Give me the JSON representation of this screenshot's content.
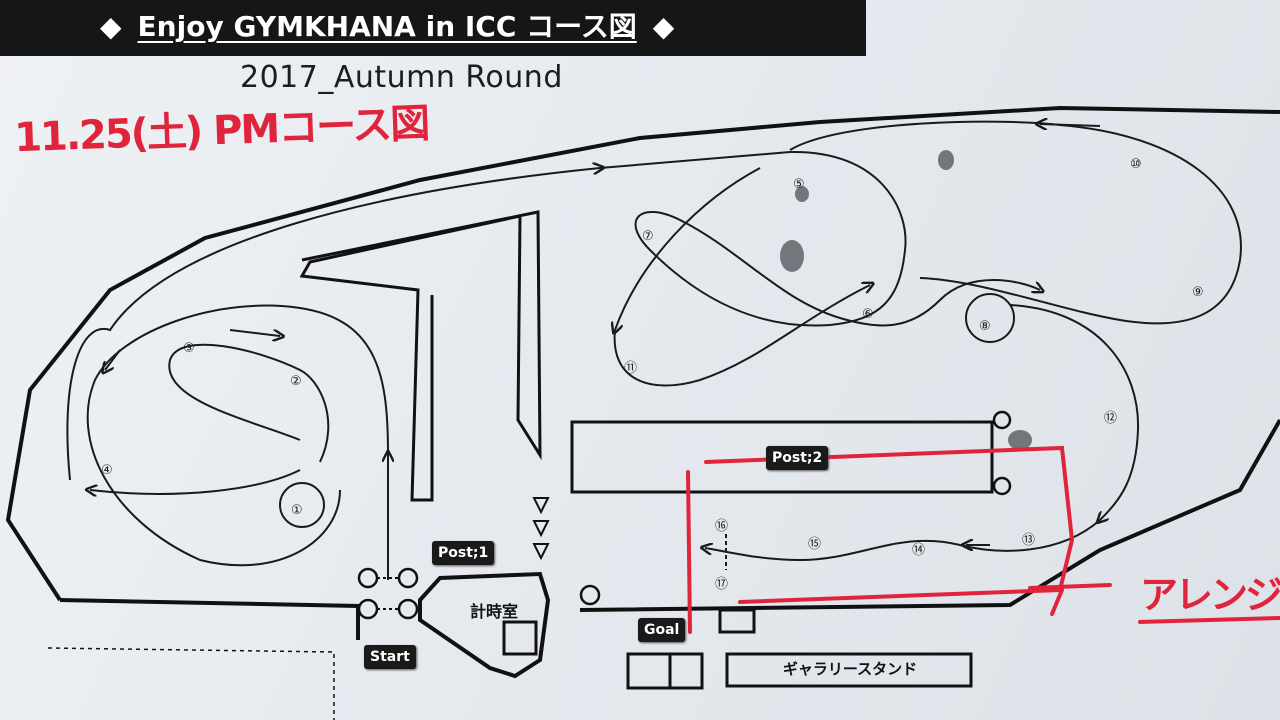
{
  "header": {
    "diamond_left": "◆",
    "title": "Enjoy GYMKHANA in ICC コース図",
    "diamond_right": "◆",
    "subtitle": "2017_Autumn Round"
  },
  "annotations": {
    "date_note": "11.25(土) PMコース図",
    "arrange_note": "アレンジ"
  },
  "posts": {
    "post1": "Post;1",
    "post2": "Post;2",
    "start": "Start",
    "goal": "Goal"
  },
  "facilities": {
    "timing_room": "計時室",
    "gallery_stand": "ギャラリースタンド"
  },
  "markers": [
    "①",
    "②",
    "③",
    "④",
    "⑤",
    "⑥",
    "⑦",
    "⑧",
    "⑨",
    "⑩",
    "⑪",
    "⑫",
    "⑬",
    "⑭",
    "⑮",
    "⑯",
    "⑰"
  ],
  "colors": {
    "ink": "#1a1a1a",
    "annotation_red": "#e0243b",
    "header_bg": "#151618"
  }
}
